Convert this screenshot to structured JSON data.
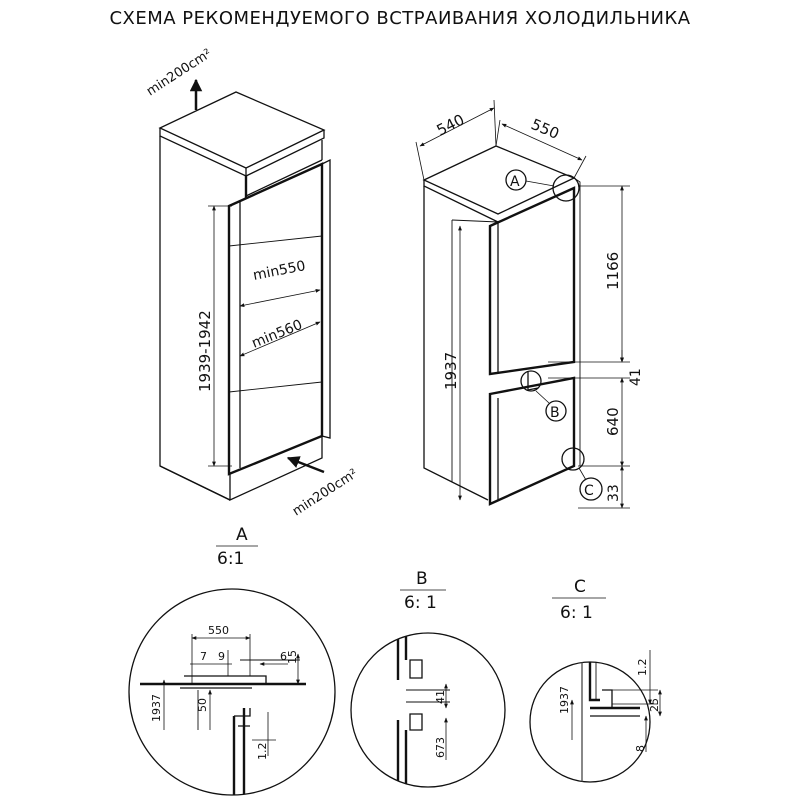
{
  "title": "СХЕМА РЕКОМЕНДУЕМОГО ВСТРАИВАНИЯ ХОЛОДИЛЬНИКА",
  "cabinet": {
    "vent_top": "min200cm²",
    "vent_bottom": "min200cm²",
    "height": "1939-1942",
    "depth": "min550",
    "width": "min560"
  },
  "appliance": {
    "width": "540",
    "depth": "550",
    "height_total": "1937",
    "height_upper": "1166",
    "gap_middle": "41",
    "height_lower": "640",
    "gap_bottom": "33",
    "callout_a": "A",
    "callout_b": "B",
    "callout_c": "C"
  },
  "details": [
    {
      "letter": "A",
      "scale": "6:1",
      "dims": [
        "550",
        "7",
        "9",
        "6",
        "15",
        "1937",
        "50",
        "1.2"
      ]
    },
    {
      "letter": "B",
      "scale": "6: 1",
      "dims": [
        "41",
        "673"
      ]
    },
    {
      "letter": "C",
      "scale": "6: 1",
      "dims": [
        "1.2",
        "1937",
        "25",
        "8"
      ]
    }
  ]
}
